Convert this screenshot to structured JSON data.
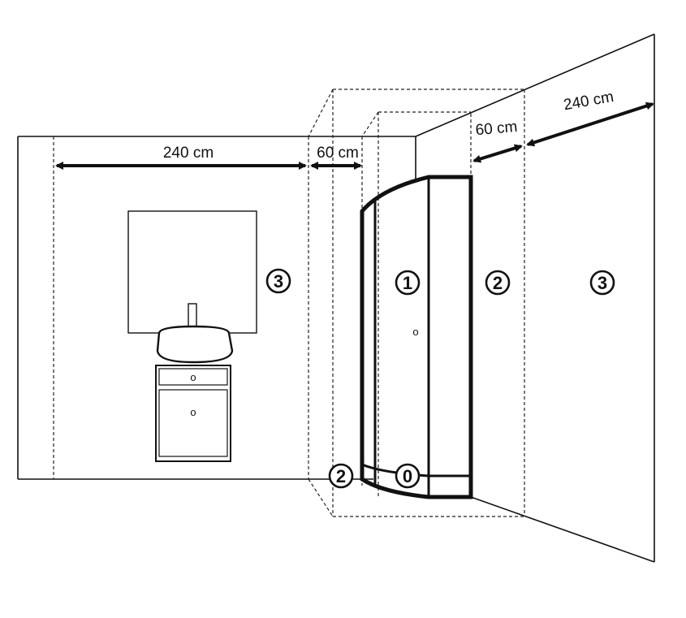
{
  "dimensions": {
    "left_width": "240 cm",
    "left_zone2": "60 cm",
    "right_zone2": "60 cm",
    "right_width": "240 cm"
  },
  "zones": {
    "zone3_left": "3",
    "zone1": "1",
    "zone2_right": "2",
    "zone3_right": "3",
    "zone2_bottom": "2",
    "zone0": "0"
  },
  "markers": {
    "shower_small": "o",
    "drawer_knob": "o",
    "cabinet_knob": "o"
  }
}
